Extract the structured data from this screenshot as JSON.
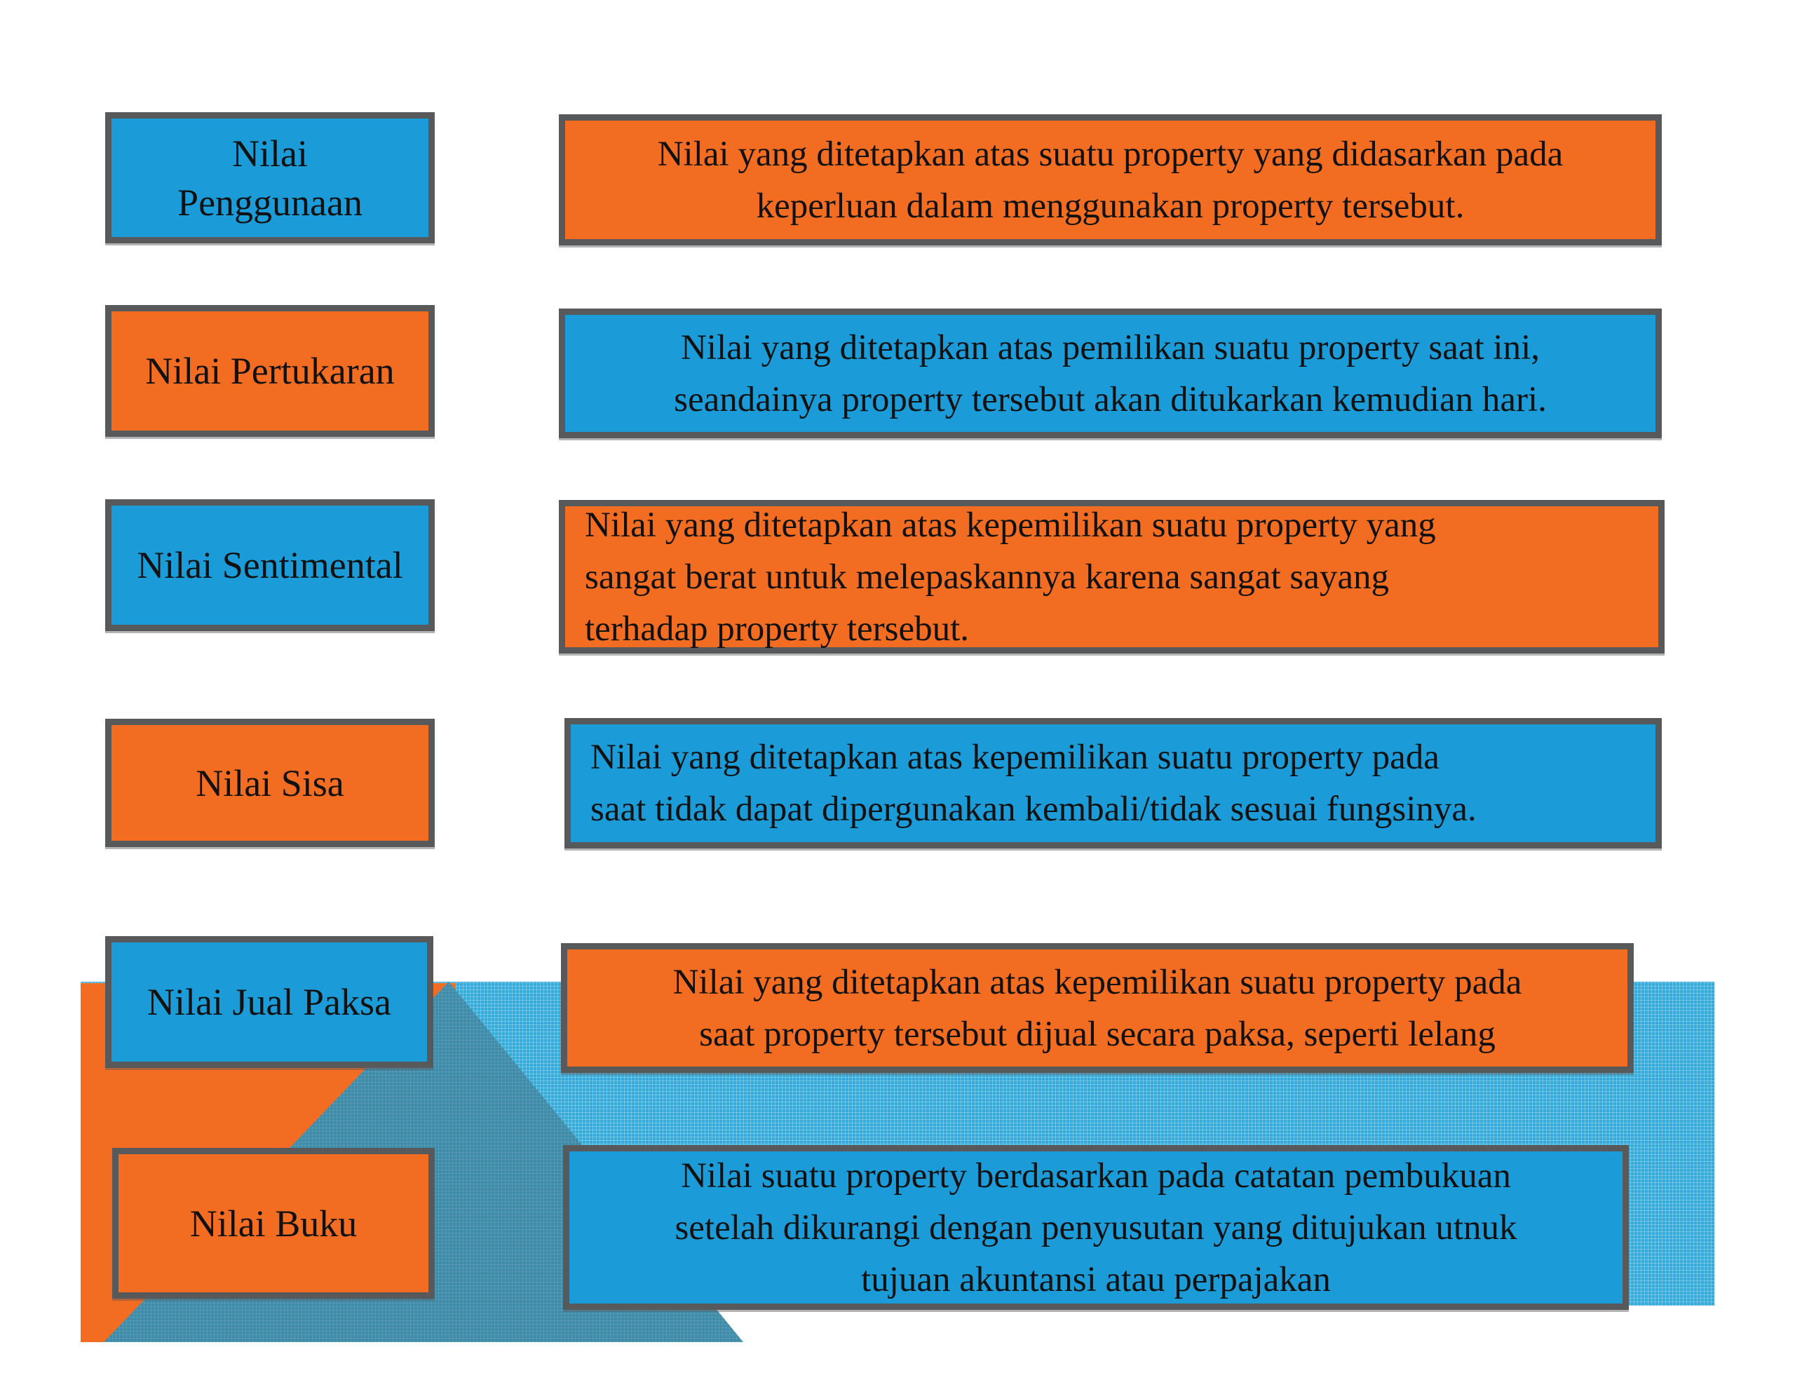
{
  "slide": {
    "background_color": "#FFFFFF",
    "language": "Indonesian",
    "topic": "Jenis-jenis nilai property (types of property value)"
  },
  "colors": {
    "blue_box": "#1B9CD8",
    "orange_box": "#F26D21",
    "box_border": "#58595B",
    "band_light_blue": "#35ABD9",
    "triangle_teal": "#3E8CA9",
    "text": "#111111"
  },
  "rows": [
    {
      "label": "Nilai\nPenggunaan",
      "label_color": "blue",
      "description": "Nilai yang ditetapkan atas suatu property yang didasarkan pada\nkeperluan dalam menggunakan property tersebut.",
      "description_color": "orange",
      "description_align": "center"
    },
    {
      "label": "Nilai Pertukaran",
      "label_color": "orange",
      "description": "Nilai yang ditetapkan atas pemilikan suatu property saat ini,\nseandainya property tersebut akan ditukarkan kemudian hari.",
      "description_color": "blue",
      "description_align": "center"
    },
    {
      "label": "Nilai Sentimental",
      "label_color": "blue",
      "description": "Nilai yang ditetapkan atas kepemilikan suatu property yang\nsangat berat untuk melepaskannya karena sangat sayang\nterhadap property tersebut.",
      "description_color": "orange",
      "description_align": "left"
    },
    {
      "label": "Nilai Sisa",
      "label_color": "orange",
      "description": "Nilai yang ditetapkan atas kepemilikan suatu property pada\nsaat tidak dapat dipergunakan kembali/tidak sesuai fungsinya.",
      "description_color": "blue",
      "description_align": "left"
    },
    {
      "label": "Nilai Jual Paksa",
      "label_color": "blue",
      "description": "Nilai yang ditetapkan atas kepemilikan suatu property pada\nsaat property tersebut dijual secara paksa, seperti lelang",
      "description_color": "orange",
      "description_align": "center"
    },
    {
      "label": "Nilai Buku",
      "label_color": "orange",
      "description": "Nilai suatu property berdasarkan pada catatan pembukuan\nsetelah dikurangi dengan penyusutan yang ditujukan utnuk\ntujuan akuntansi atau perpajakan",
      "description_color": "blue",
      "description_align": "center"
    }
  ]
}
